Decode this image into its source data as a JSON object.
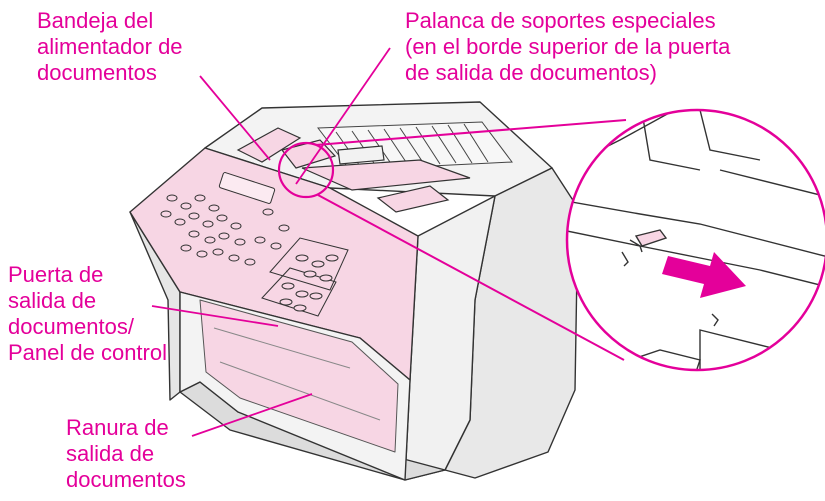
{
  "callouts": {
    "bandeja": "Bandeja del\nalimentador de\ndocumentos",
    "palanca": "Palanca de soportes especiales\n(en el borde superior de la puerta\nde salida de documentos)",
    "puerta": "Puerta de\nsalida de\ndocumentos/\nPanel de control",
    "ranura": "Ranura de\nsalida de\ndocumentos"
  },
  "colors": {
    "callout_text": "#e4009a",
    "leader_line": "#e4009a",
    "panel_fill": "#f7d6e4",
    "body_fill": "#efefef",
    "outline": "#333333",
    "arrow": "#e4009a"
  },
  "figure": {
    "subject": "fax machine with document feeder, control panel and magnified lever detail",
    "magnifier_icon": "zoom-circle"
  }
}
